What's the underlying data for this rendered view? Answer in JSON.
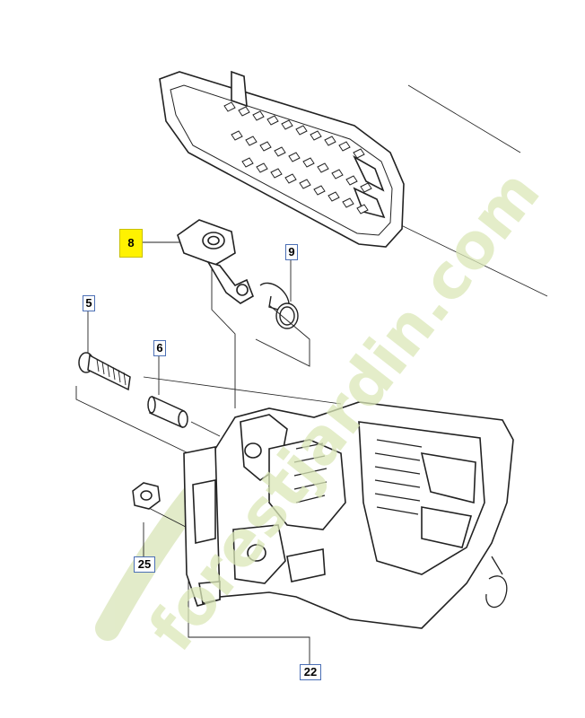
{
  "watermark": {
    "text": "forestjardin.com",
    "color": "#dbe8b8",
    "accent": "#f6c58a"
  },
  "callouts": [
    {
      "id": "8",
      "label": "8",
      "highlighted": true
    },
    {
      "id": "9",
      "label": "9",
      "highlighted": false
    },
    {
      "id": "5",
      "label": "5",
      "highlighted": false
    },
    {
      "id": "6",
      "label": "6",
      "highlighted": false
    },
    {
      "id": "25",
      "label": "25",
      "highlighted": false
    },
    {
      "id": "22",
      "label": "22",
      "highlighted": false
    }
  ]
}
